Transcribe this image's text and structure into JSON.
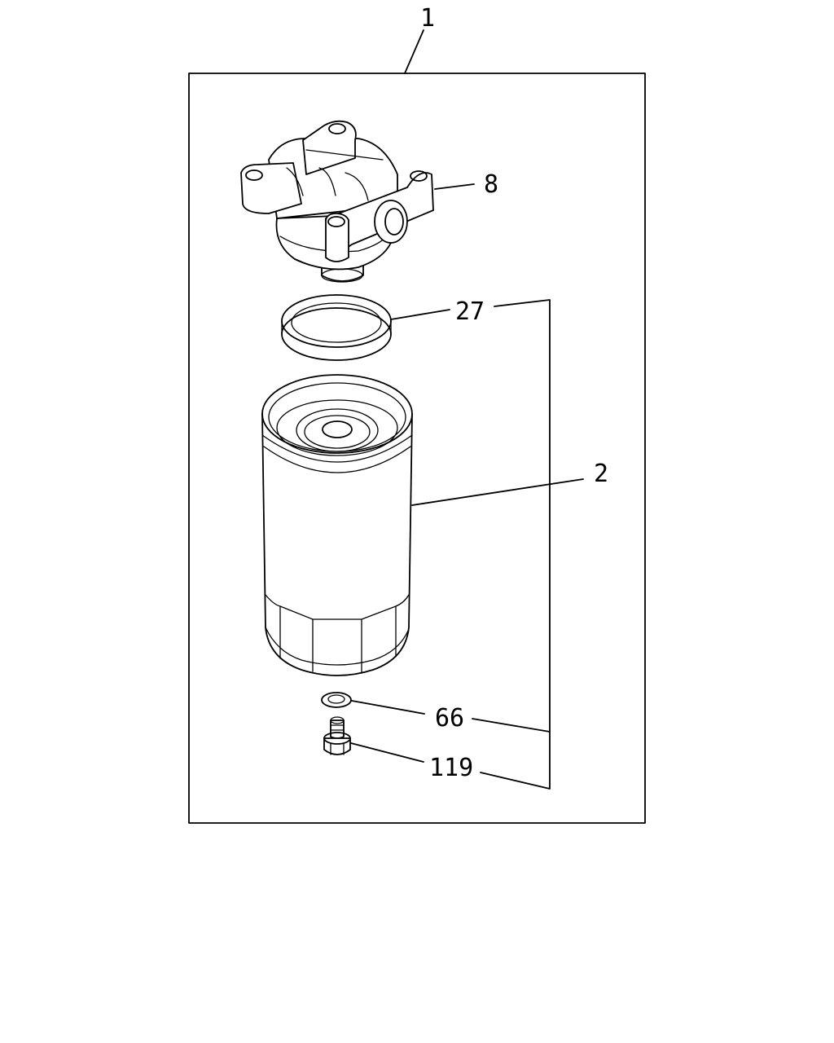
{
  "callouts": {
    "assembly": "1",
    "head": "8",
    "gasket": "27",
    "element": "2",
    "washer": "66",
    "plug": "119"
  },
  "colors": {
    "line": "#000000",
    "background": "#ffffff"
  }
}
